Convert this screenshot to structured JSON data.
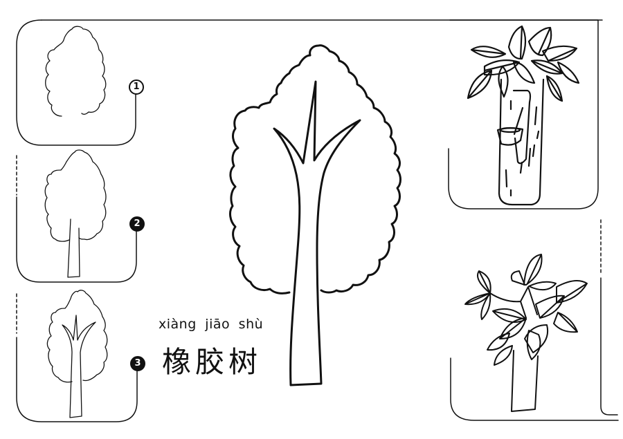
{
  "title": {
    "pinyin": "xiàng jiāo shù",
    "hanzi": "橡胶树"
  },
  "steps": [
    {
      "number": "1",
      "label": "1",
      "description": "canopy outline"
    },
    {
      "number": "2",
      "label": "2",
      "description": "canopy with trunk"
    },
    {
      "number": "3",
      "label": "3",
      "description": "canopy with trunk and branches"
    }
  ],
  "colors": {
    "ink": "#111111",
    "paper": "#ffffff"
  }
}
